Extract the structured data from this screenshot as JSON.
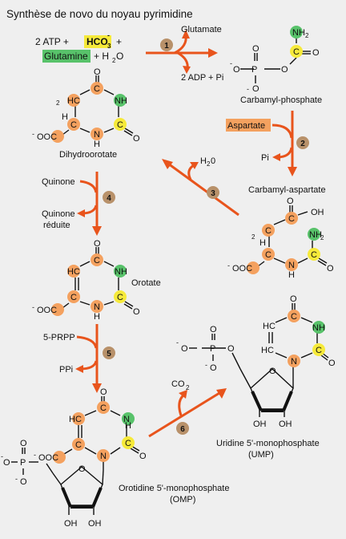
{
  "title": "Synthèse de novo du noyau pyrimidine",
  "steps": [
    "1",
    "2",
    "3",
    "4",
    "5",
    "6"
  ],
  "reaction1": {
    "reagent_atp": "2 ATP +",
    "reagent_hco3": "HCO",
    "hco3_sub": "3",
    "hco3_sup": "-",
    "plus1": "+",
    "reagent_gln": "Glutamine",
    "plus_h2o": "+ H",
    "h2o_sub": "2",
    "h2o_o": "O",
    "out_glutamate": "Glutamate",
    "out_adp": "2 ADP + Pi"
  },
  "step2": {
    "in": "Aspartate",
    "out": "Pi"
  },
  "step3": {
    "out_h": "H",
    "out_sub": "2",
    "out_o": "0"
  },
  "step4": {
    "in": "Quinone",
    "out_1": "Quinone",
    "out_2": "réduite"
  },
  "step5": {
    "in": "5-PRPP",
    "out": "PPi"
  },
  "step6": {
    "out_c": "CO",
    "out_sub": "2"
  },
  "names": {
    "carbamyl_phosphate": "Carbamyl-phosphate",
    "carbamyl_aspartate": "Carbamyl-aspartate",
    "dihydroorotate": "Dihydroorotate",
    "orotate": "Orotate",
    "omp_1": "Orotidine 5'-monophosphate",
    "omp_2": "(OMP)",
    "ump_1": "Uridine 5'-monophosphate",
    "ump_2": "(UMP)"
  },
  "atoms": {
    "C": "C",
    "N": "N",
    "O": "O",
    "H": "H",
    "P": "P",
    "HC": "HC",
    "NH": "NH",
    "NH2": "NH",
    "sub2": "2",
    "OOC": "OOC",
    "minus": "-",
    "OH": "OH",
    "CH2": "2",
    "dashes": "-"
  },
  "colors": {
    "arrow": "#e8541c",
    "badge": "#b8916a",
    "orange_atom": "#f4a15f",
    "green_atom": "#58c26a",
    "yellow_atom": "#f6ea3a",
    "name_bg": "#f4a15f",
    "gln_bg": "#58c26a",
    "hco3_bg": "#f6ea3a",
    "background": "#efefef"
  }
}
